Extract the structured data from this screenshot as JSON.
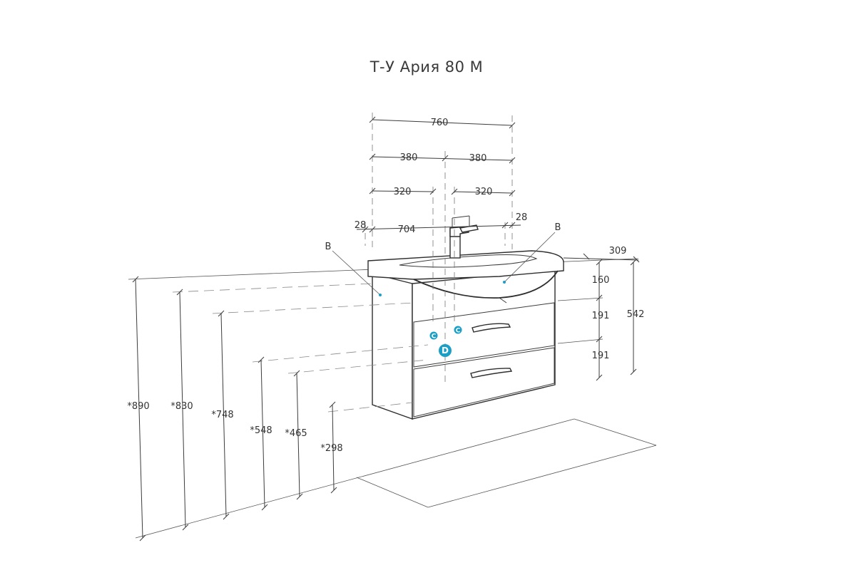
{
  "title": "Т-У Ария 80 М",
  "dimensions": {
    "width_total": "760",
    "half_left": "380",
    "half_right": "380",
    "mount_left": "320",
    "mount_right": "320",
    "inner_width": "704",
    "edge_left": "28",
    "edge_right": "28",
    "depth": "309",
    "h_top": "160",
    "h_drawer1": "191",
    "h_drawer2": "191",
    "h_total": "542",
    "floor_890": "*890",
    "floor_830": "*830",
    "floor_748": "*748",
    "floor_548": "*548",
    "floor_465": "*465",
    "floor_298": "*298"
  },
  "callouts": {
    "b_left": "B",
    "b_right": "B",
    "c_left": "C",
    "c_right": "C",
    "d_drain": "D"
  },
  "colors": {
    "line": "#3c3c3c",
    "marker": "#1aa0c6"
  }
}
